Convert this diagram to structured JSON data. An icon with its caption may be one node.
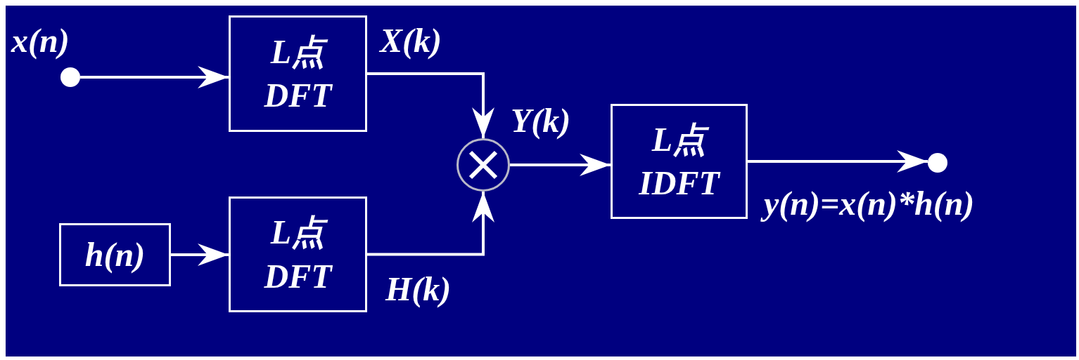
{
  "diagram": {
    "nodes": [
      {
        "text": [],
        "shape": "circle",
        "beside": [
          "x(n)"
        ]
      },
      {
        "text": [
          "L点 DFT"
        ]
      },
      {
        "text": [
          "h(n)"
        ]
      },
      {
        "text": [
          "L点 DFT"
        ]
      },
      {
        "text": [],
        "shape": "circle"
      },
      {
        "text": [
          "L点 IDFT"
        ]
      },
      {
        "text": [],
        "shape": "circle",
        "beside": [
          "y(n)=x(n)*h(n)"
        ]
      }
    ],
    "edges": [
      {
        "from": 0,
        "to": 1,
        "arrow": "to"
      },
      {
        "from": 2,
        "to": 3,
        "arrow": "to"
      },
      {
        "from": 1,
        "to": 4,
        "arrow": "to",
        "label": "X(k)"
      },
      {
        "from": 3,
        "to": 4,
        "arrow": "to",
        "label": "H(k)"
      },
      {
        "from": 4,
        "to": 5,
        "arrow": "to",
        "label": "Y(k)"
      },
      {
        "from": 5,
        "to": 6,
        "arrow": "to"
      }
    ]
  }
}
